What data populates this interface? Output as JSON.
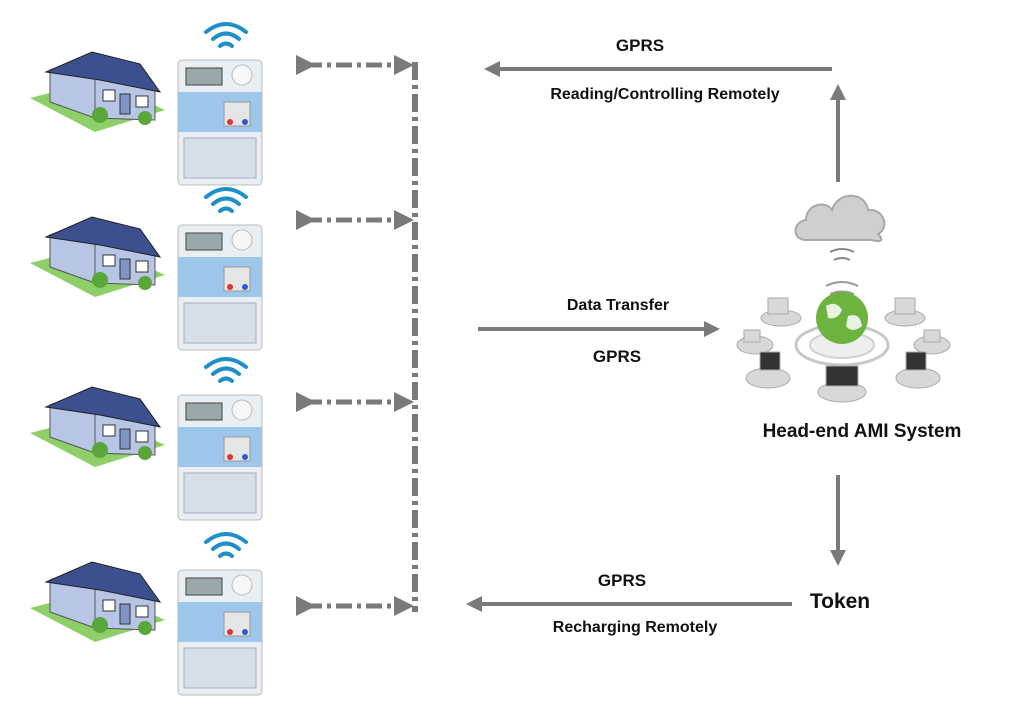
{
  "labels": {
    "top_protocol": "GPRS",
    "top_caption": "Reading/Controlling Remotely",
    "mid_caption": "Data Transfer",
    "mid_protocol": "GPRS",
    "system": "Head-end AMI System",
    "token": "Token",
    "bottom_protocol": "GPRS",
    "bottom_caption": "Recharging Remotely"
  },
  "households": 4,
  "colors": {
    "arrow": "#7a7a7a",
    "wifi": "#1f8fc9",
    "meter_panel": "#9cc7ea",
    "roof": "#3c4f8f",
    "wall": "#b8c6e6",
    "globe": "#5fae2e",
    "cloud": "#c9c9c9"
  }
}
